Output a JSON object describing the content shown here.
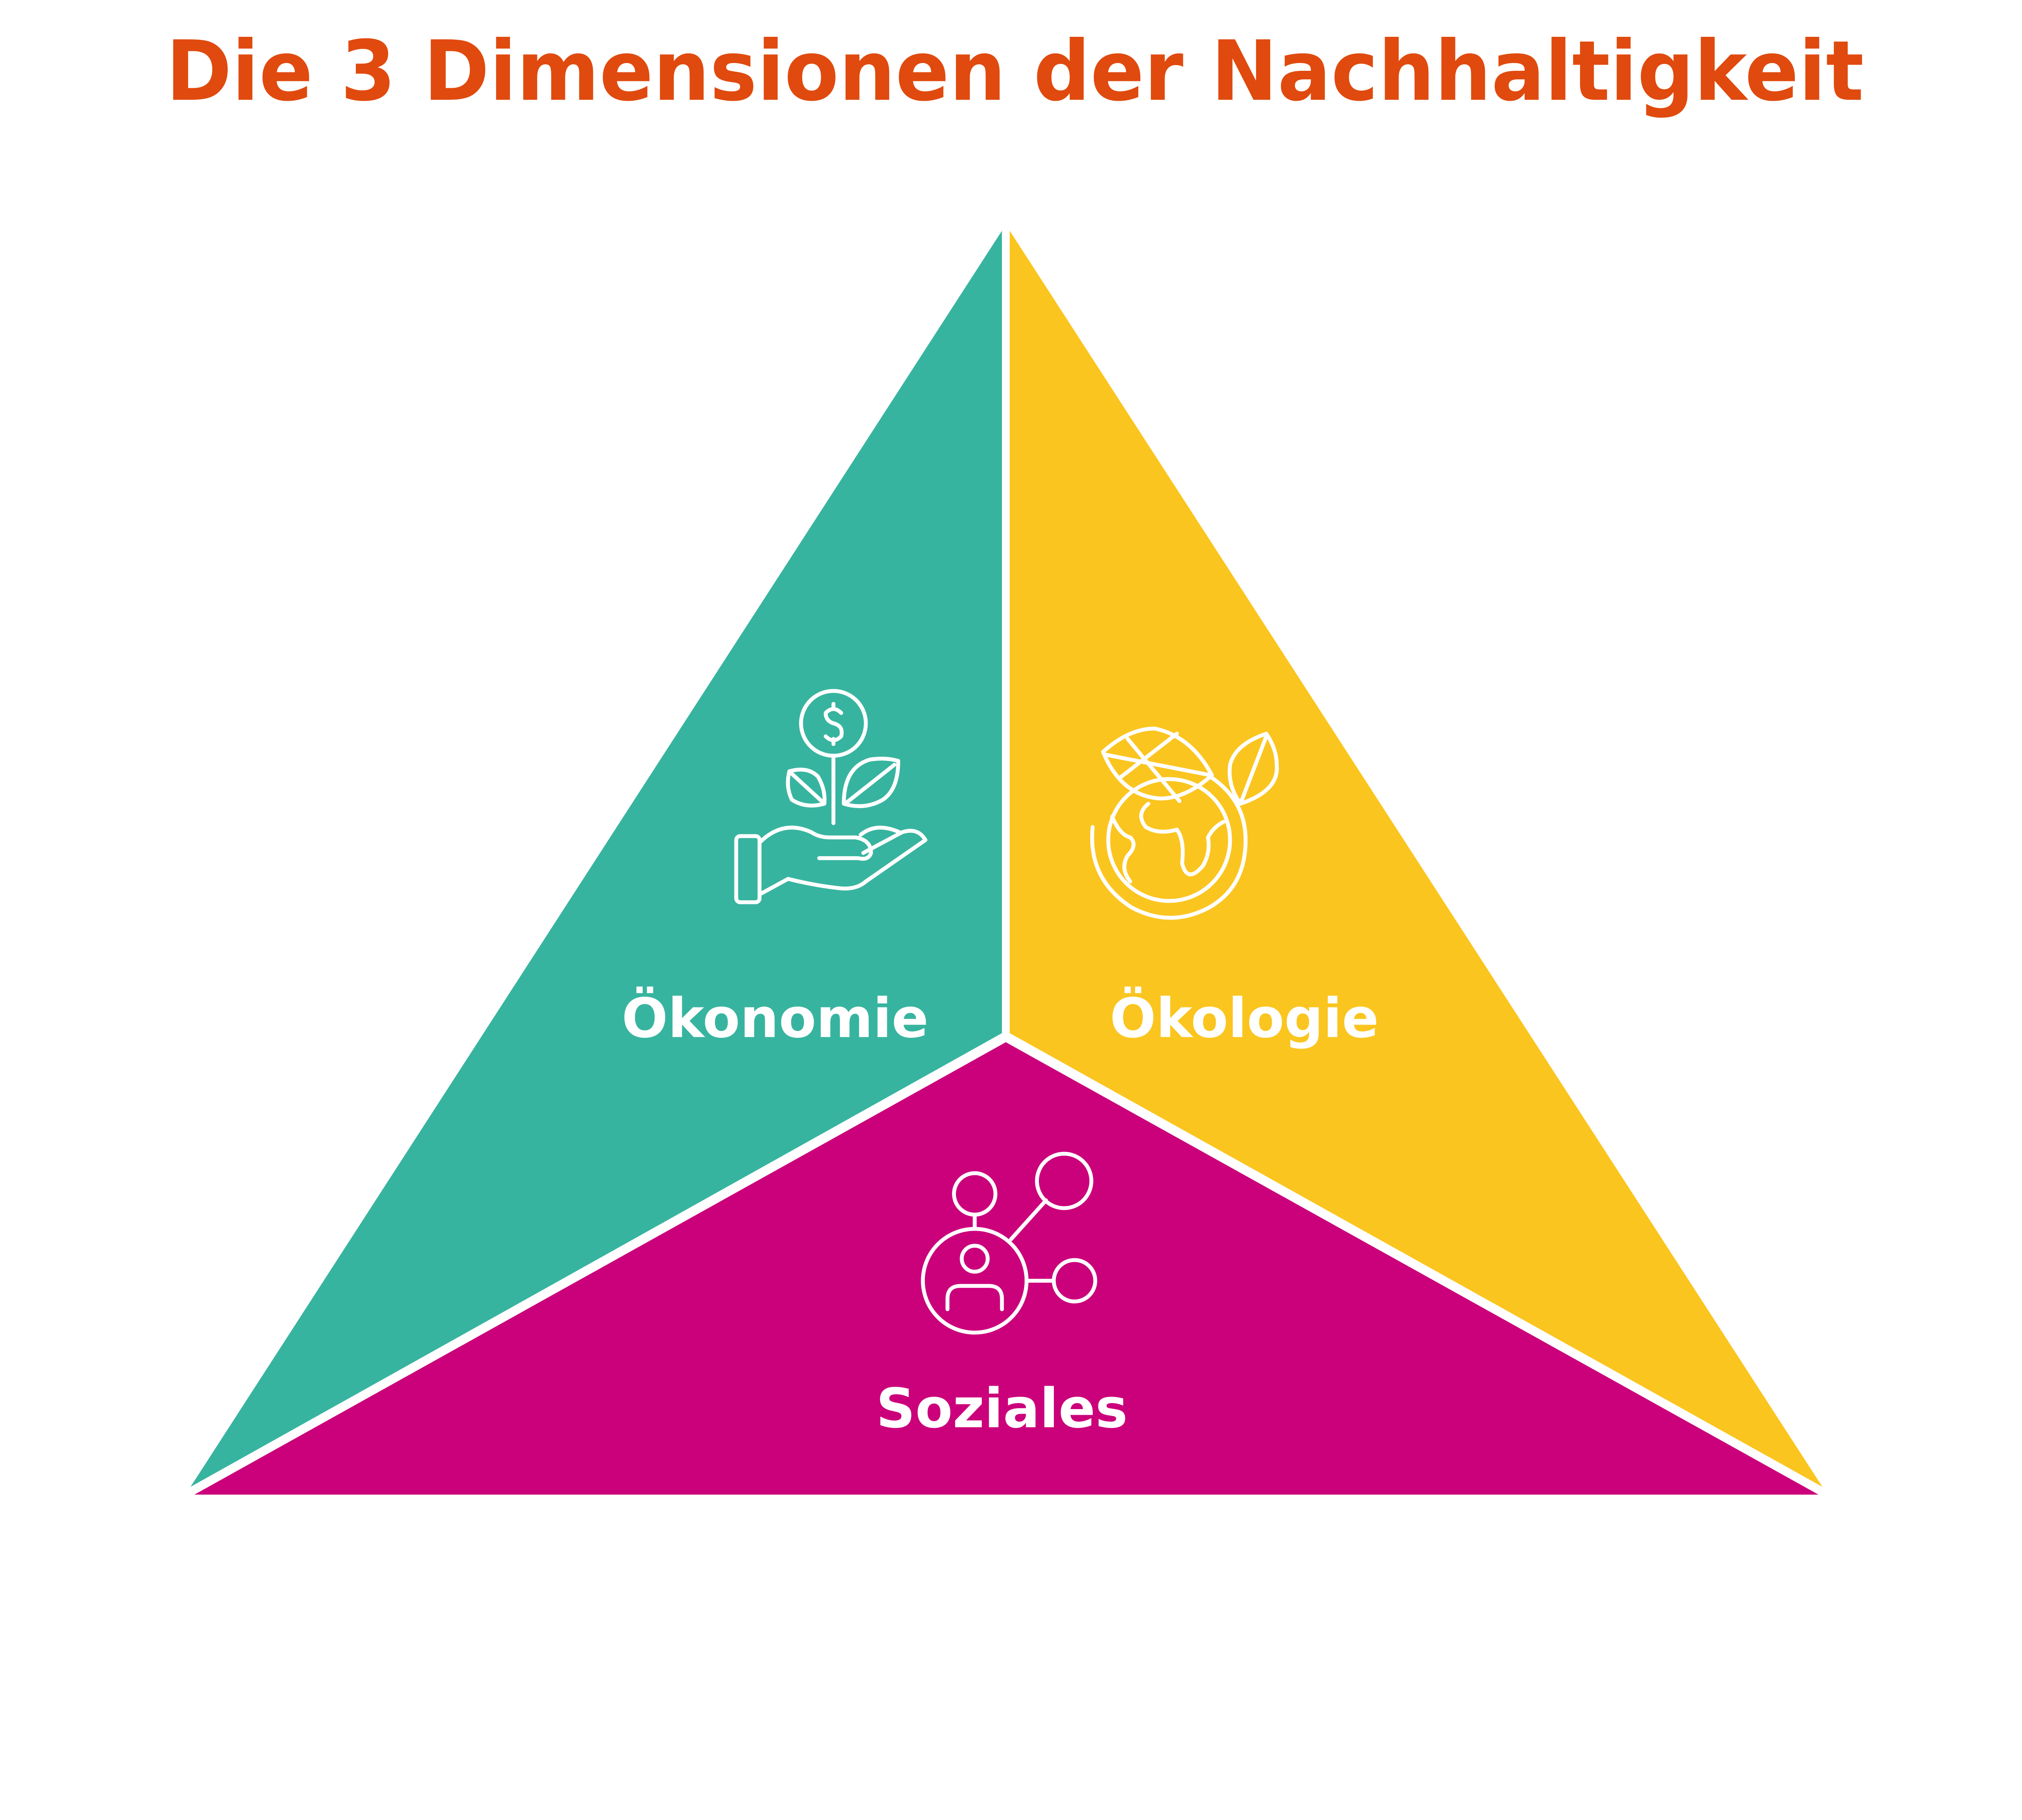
{
  "title": "Die 3 Dimensionen der Nachhaltigkeit",
  "colors": {
    "title": "#E04A0E",
    "economy": "#37B49F",
    "ecology": "#FBC51F",
    "social": "#CB007B"
  },
  "segments": [
    {
      "label": "Ökonomie",
      "icon": "hand-holding-money-plant-icon"
    },
    {
      "label": "Ökologie",
      "icon": "globe-with-leaves-icon"
    },
    {
      "label": "Soziales",
      "icon": "person-network-icon"
    }
  ]
}
